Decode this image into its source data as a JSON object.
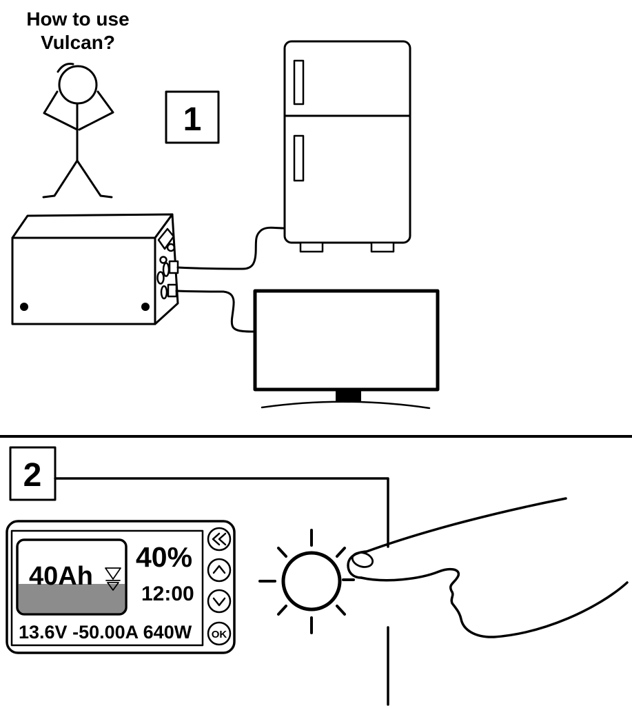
{
  "title": {
    "line1": "How to use",
    "line2": "Vulcan?"
  },
  "steps": {
    "step1": "1",
    "step2": "2"
  },
  "control_panel": {
    "battery_capacity": "40Ah",
    "charge_percent": "40%",
    "time": "12:00",
    "readings": {
      "voltage": "13.6V",
      "current": "-50.00A",
      "power": "640W"
    },
    "buttons": {
      "ok": "OK"
    }
  },
  "icons": {
    "back_button": "double-chevron-left-icon",
    "up_button": "chevron-up-icon",
    "down_button": "chevron-down-icon",
    "battery_level": "level-indicator-icon",
    "touch_target": "sun-icon"
  },
  "colors": {
    "ink": "#000000",
    "background": "#ffffff",
    "gauge_fill": "#8c8c8c"
  }
}
